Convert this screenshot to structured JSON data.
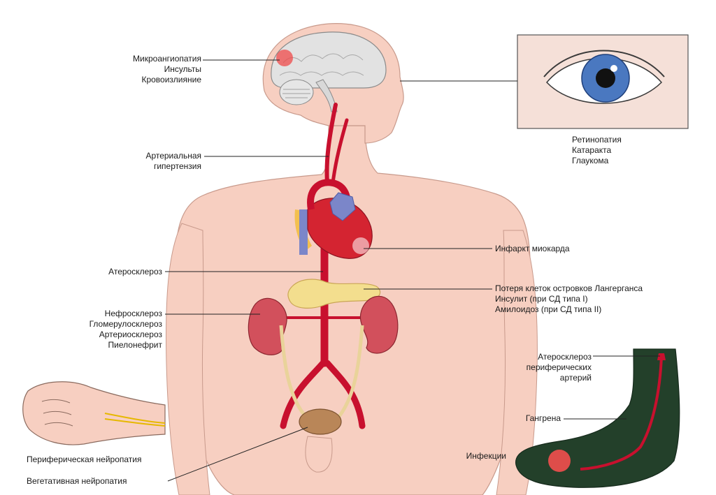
{
  "labels": {
    "brain": [
      "Микроангиопатия",
      "Инсульты",
      "Кровоизлияние"
    ],
    "hypertension": [
      "Артериальная",
      "гипертензия"
    ],
    "atherosclerosis": "Атеросклероз",
    "kidney": [
      "Нефросклероз",
      "Гломерулосклероз",
      "Артериосклероз",
      "Пиелонефрит"
    ],
    "eye": [
      "Ретинопатия",
      "Катаракта",
      "Глаукома"
    ],
    "heart": "Инфаркт миокарда",
    "pancreas": [
      "Потеря клеток островков Лангерганса",
      "Инсулит (при СД типа I)",
      "Амилоидоз (при СД типа II)"
    ],
    "foot_athero": [
      "Атеросклероз",
      "периферических",
      "артерий"
    ],
    "gangrene": "Гангрена",
    "infections": "Инфекции",
    "peripheral_neuropathy": "Периферическая нейропатия",
    "autonomic_neuropathy": "Вегетативная нейропатия"
  },
  "colors": {
    "skin": "#f7cfc1",
    "skin_shade": "#e7ae9c",
    "artery": "#c8102e",
    "brain": "#e2e2e2",
    "heart": "#d42431",
    "vein_blue": "#7b86c9",
    "pancreas": "#f3de8e",
    "kidney": "#d2505c",
    "ureter": "#e9d39a",
    "bladder": "#b98658",
    "iris": "#4a78c0",
    "foot": "#23402a",
    "leader": "#222222"
  }
}
